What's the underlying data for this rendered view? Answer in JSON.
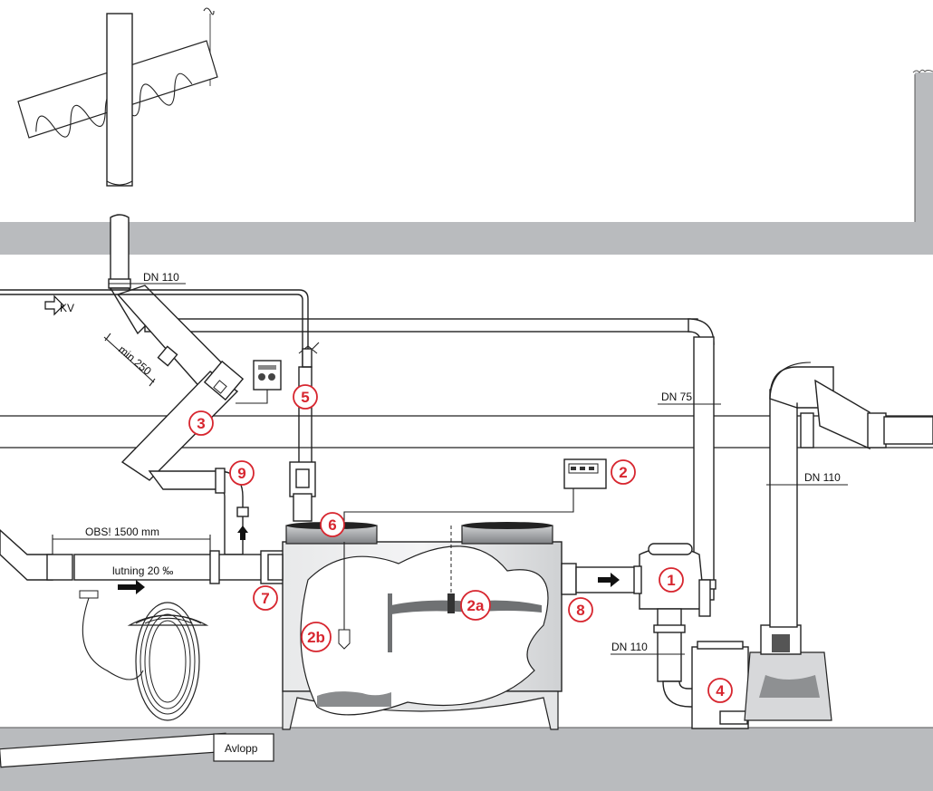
{
  "labels": {
    "dn110_top": "DN 110",
    "kv": "KV",
    "min250": "min 250",
    "dn75": "DN 75",
    "dn110_right": "DN 110",
    "obs": "OBS! 1500 mm",
    "lutning": "lutning 20 ‰",
    "dn110_bottom": "DN 110",
    "avlopp": "Avlopp"
  },
  "markers": [
    "1",
    "2",
    "2a",
    "2b",
    "3",
    "4",
    "5",
    "6",
    "7",
    "8",
    "9"
  ],
  "colors": {
    "marker": "#d7262f",
    "structure": "#b9bbbe",
    "line": "#222222",
    "water": "#6f7173"
  }
}
